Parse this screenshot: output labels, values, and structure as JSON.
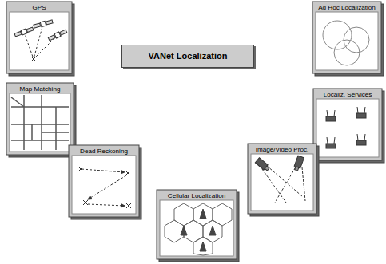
{
  "diagram": {
    "nodes": [
      {
        "text": [
          "GPS"
        ]
      },
      {
        "text": [
          "VANet Localization"
        ]
      },
      {
        "text": [
          "Ad Hoc Localization"
        ]
      },
      {
        "text": [
          "Map Matching"
        ]
      },
      {
        "text": [
          "Localiz. Services"
        ]
      },
      {
        "text": [
          "Dead Reckoning"
        ]
      },
      {
        "text": [
          "Image/Video Proc."
        ]
      },
      {
        "text": [
          "Cellular Localization"
        ]
      }
    ]
  }
}
